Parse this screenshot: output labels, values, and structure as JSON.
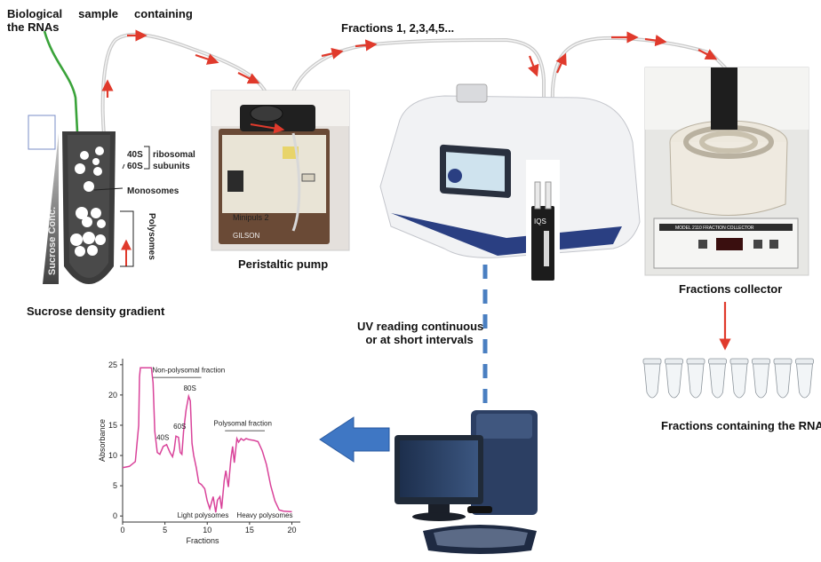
{
  "labels": {
    "biological_sample_line1": "Biological     sample     containing",
    "biological_sample_line2": "the RNAs",
    "fractions_top": "Fractions 1, 2,3,4,5...",
    "peristaltic_pump": "Peristaltic pump",
    "sucrose_density_gradient": "Sucrose density gradient",
    "fractions_collector": "Fractions collector",
    "uv_reading_line1": "UV reading continuous",
    "uv_reading_line2": "or at short intervals",
    "fractions_containing_rna": "Fractions containing the RNA"
  },
  "gradient_tube": {
    "sucrose_conc": "Sucrose Conc.",
    "ribosomal_40s": "40S",
    "ribosomal_60s": "60S",
    "ribosomal_word": "ribosomal",
    "subunits_word": "subunits",
    "monosomes": "Monosomes",
    "polysomes": "Polysomes"
  },
  "devices": {
    "pump_model": "Minipuls 2",
    "pump_brand": "GILSON",
    "cuvette_brand": "IQS",
    "collector_model": "MODEL 2110 FRACTION COLLECTOR"
  },
  "colors": {
    "arrow_red": "#e03a2c",
    "arrow_green": "#3aa33a",
    "curve_pink": "#d9439a",
    "big_arrow_blue": "#3f77c4",
    "dashed_blue": "#4a7fc1"
  },
  "chart_data": {
    "type": "line",
    "xlabel": "Fractions",
    "ylabel": "Absorbance",
    "xlim": [
      0,
      21
    ],
    "ylim": [
      -1,
      26
    ],
    "x_ticks": [
      0,
      5,
      10,
      15,
      20
    ],
    "y_ticks": [
      0,
      5,
      10,
      15,
      20,
      25
    ],
    "series": [
      {
        "x": [
          0,
          0.8,
          1.5,
          1.9,
          2.0,
          2.1,
          2.4,
          3.0,
          3.4,
          3.6,
          3.8,
          4.1,
          4.4,
          4.8,
          5.2,
          5.6,
          5.9,
          6.1,
          6.3,
          6.6,
          6.8,
          7.0,
          7.2,
          7.5,
          7.8,
          8.0,
          8.2,
          8.4,
          8.7,
          9.0,
          9.3,
          9.7,
          10.0,
          10.3,
          10.7,
          11.0,
          11.2,
          11.5,
          11.7,
          12.0,
          12.2,
          12.5,
          12.8,
          13.0,
          13.2,
          13.5,
          13.7,
          14.0,
          14.3,
          14.6,
          15.0,
          15.5,
          16.0,
          16.5,
          17.0,
          17.5,
          18.0,
          18.5,
          19.0,
          20.0
        ],
        "y": [
          8,
          8.2,
          9,
          15,
          23,
          24.5,
          24.5,
          24.5,
          24.5,
          22,
          14,
          10.5,
          10.2,
          11.5,
          11.8,
          10.5,
          9.8,
          11,
          13.2,
          13,
          10.5,
          10.2,
          14,
          17.5,
          19.8,
          19,
          12,
          10,
          8,
          5.5,
          5.2,
          4.5,
          2.5,
          1.2,
          3.2,
          0.6,
          2.6,
          3.2,
          1.2,
          5.8,
          7.5,
          4.8,
          9.5,
          11.5,
          8.8,
          12.8,
          12.2,
          12.8,
          12.5,
          12.8,
          12.6,
          12.5,
          12.3,
          10.8,
          8.5,
          5,
          2.5,
          1,
          0.8,
          0.7
        ]
      }
    ],
    "annotations": [
      "Non-polysomal fraction",
      "40S",
      "60S",
      "80S",
      "Polysomal fraction",
      "Light polysomes",
      "Heavy polysomes"
    ]
  }
}
